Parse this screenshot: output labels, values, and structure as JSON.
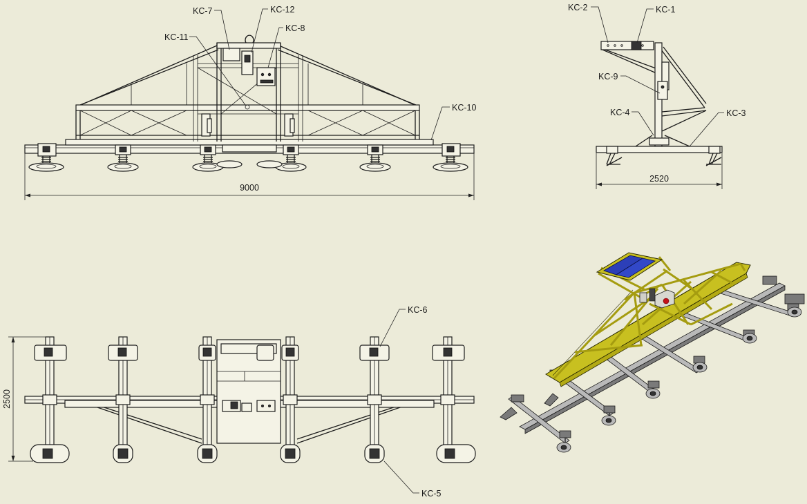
{
  "labels": {
    "kc1": "KC-1",
    "kc2": "KC-2",
    "kc3": "KC-3",
    "kc4": "KC-4",
    "kc5": "KC-5",
    "kc6": "KC-6",
    "kc7": "KC-7",
    "kc8": "KC-8",
    "kc9": "KC-9",
    "kc10": "KC-10",
    "kc11": "KC-11",
    "kc12": "KC-12"
  },
  "dimensions": {
    "front_length": "9000",
    "side_width": "2520",
    "top_width": "2500"
  },
  "colors": {
    "background": "#ecebd9",
    "frame_yellow": "#c8c020",
    "panel_blue": "#2c3fb8",
    "control_box_red": "#c4121a"
  }
}
